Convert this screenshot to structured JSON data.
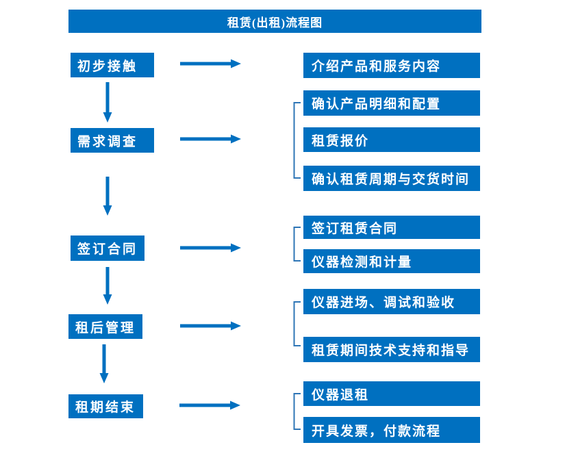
{
  "title": "租赁(出租)流程图",
  "colors": {
    "primary_blue": "#0070C0",
    "bracket_blue": "#2E75B6",
    "text_white": "#FFFFFF",
    "background_white": "#FFFFFF"
  },
  "steps": [
    {
      "label": "初步接触",
      "details": [
        "介绍产品和服务内容"
      ]
    },
    {
      "label": "需求调查",
      "details": [
        "确认产品明细和配置",
        "租赁报价",
        "确认租赁周期与交货时间"
      ]
    },
    {
      "label": "签订合同",
      "details": [
        "签订租赁合同",
        "仪器检测和计量"
      ]
    },
    {
      "label": "租后管理",
      "details": [
        "仪器进场、调试和验收",
        "租赁期间技术支持和指导"
      ]
    },
    {
      "label": "租期结束",
      "details": [
        "仪器退租",
        "开具发票，付款流程"
      ]
    }
  ]
}
